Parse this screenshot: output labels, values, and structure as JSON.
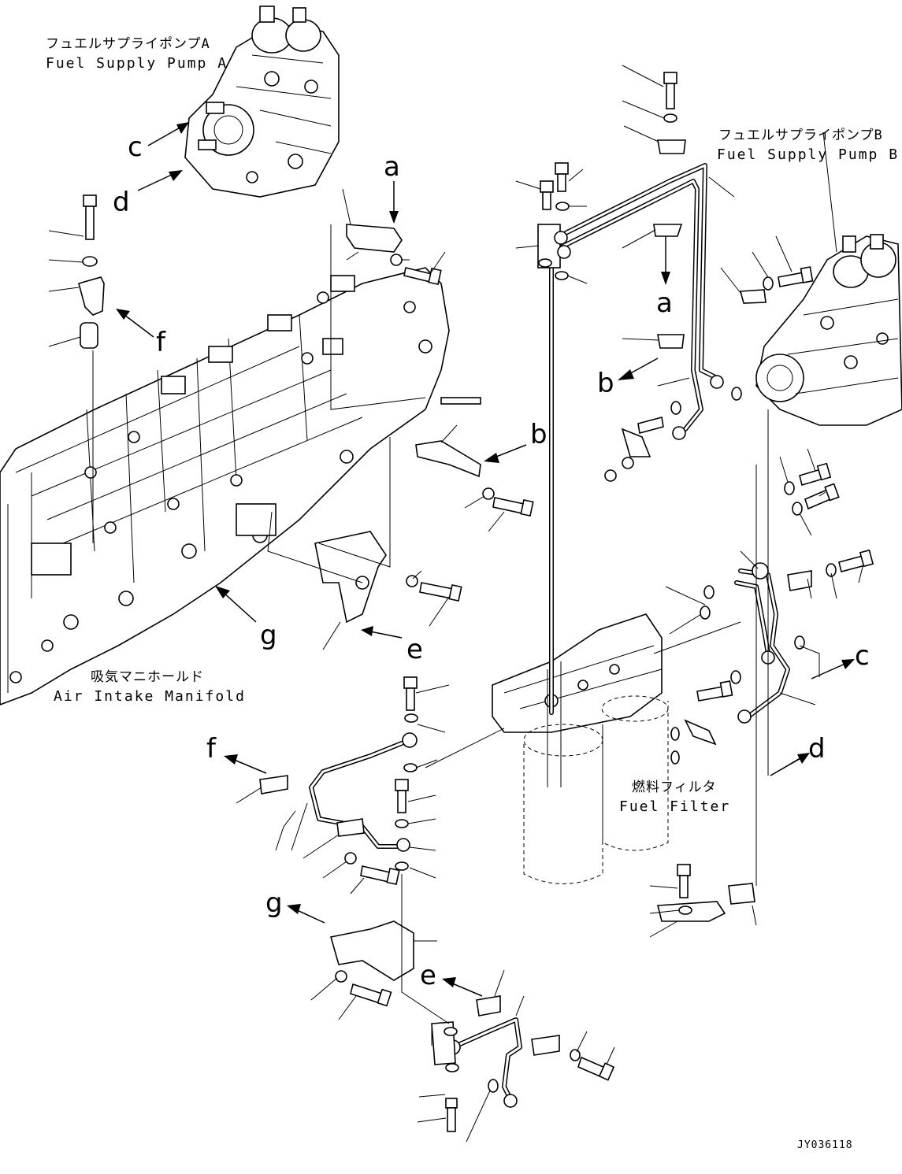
{
  "labels": {
    "fuel_supply_pump_a_jp": "フュエルサプライポンプA",
    "fuel_supply_pump_a_en": "Fuel Supply Pump A",
    "fuel_supply_pump_b_jp": "フュエルサプライポンプB",
    "fuel_supply_pump_b_en": "Fuel Supply Pump B",
    "air_intake_manifold_jp": "吸気マニホールド",
    "air_intake_manifold_en": "Air Intake Manifold",
    "fuel_filter_jp": "燃料フィルタ",
    "fuel_filter_en": "Fuel Filter",
    "drawing_code": "JY036118"
  },
  "connection_tags": {
    "a_top": "a",
    "a_mid": "a",
    "b_right": "b",
    "b_mid": "b",
    "c_left": "c",
    "c_right": "c",
    "d_left": "d",
    "d_right": "d",
    "e_mid": "e",
    "e_low": "e",
    "f_left": "f",
    "f_low": "f",
    "g_mid": "g",
    "g_low": "g"
  }
}
